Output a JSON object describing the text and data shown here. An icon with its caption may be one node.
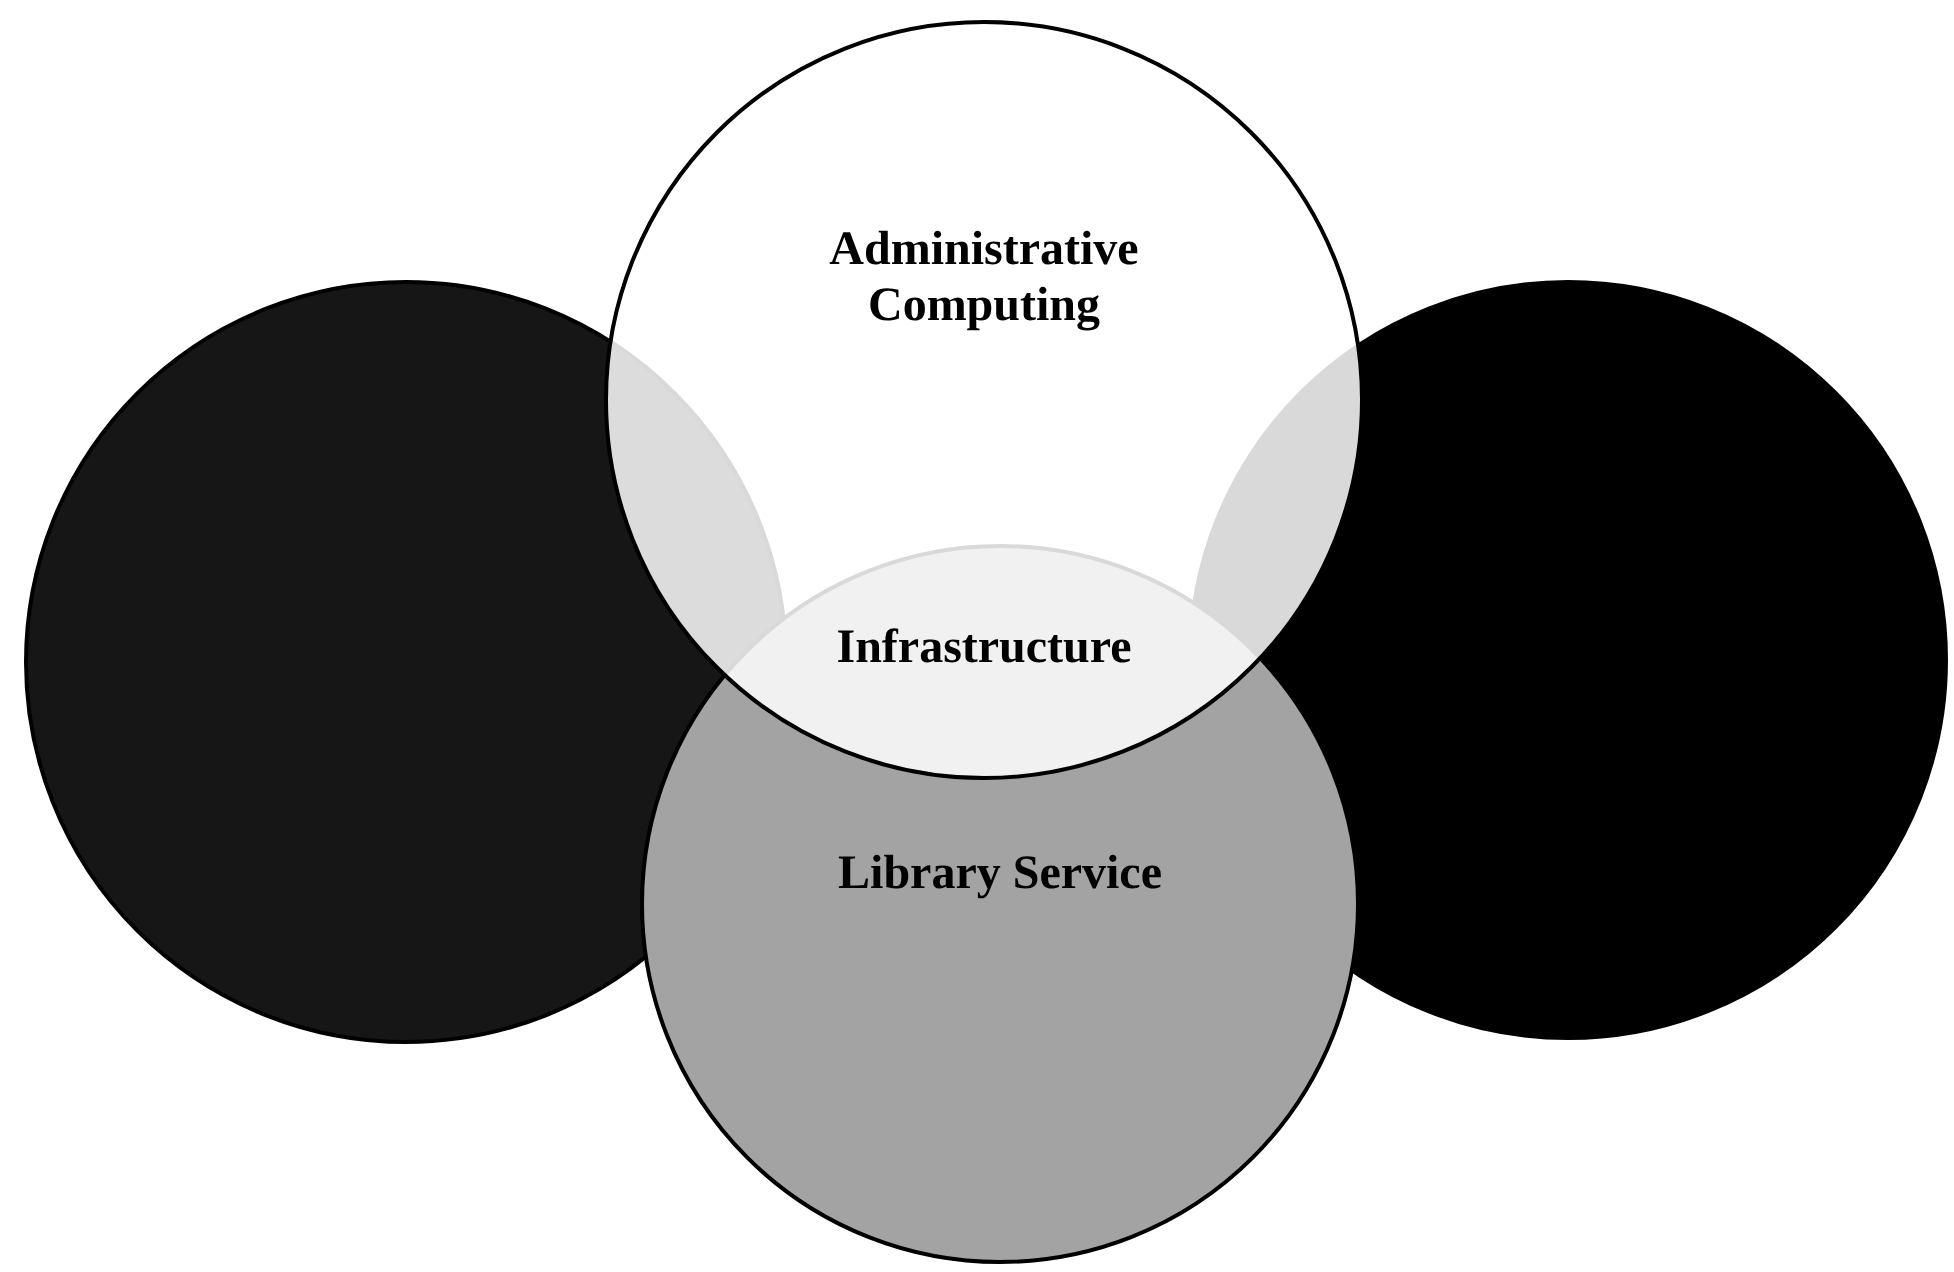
{
  "diagram": {
    "nodes": [
      {
        "text": [
          "Administrative Computing"
        ]
      },
      {
        "text": [],
        "shape": "circle"
      },
      {
        "text": [],
        "shape": "circle"
      },
      {
        "text": [
          "Library Service"
        ]
      }
    ],
    "labels": [
      "Infrastructure"
    ]
  }
}
